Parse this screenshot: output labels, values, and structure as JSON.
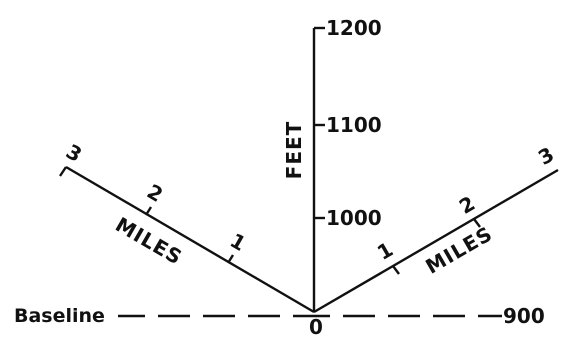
{
  "vertical_axis": {
    "label": "FEET",
    "ticks": [
      "1200",
      "1100",
      "1000"
    ]
  },
  "left_axis": {
    "label": "MILES",
    "ticks": [
      "3",
      "2",
      "1"
    ]
  },
  "right_axis": {
    "label": "MILES",
    "ticks": [
      "1",
      "2",
      "3"
    ]
  },
  "baseline": {
    "label": "Baseline",
    "origin_label": "0",
    "end_label": "900"
  }
}
